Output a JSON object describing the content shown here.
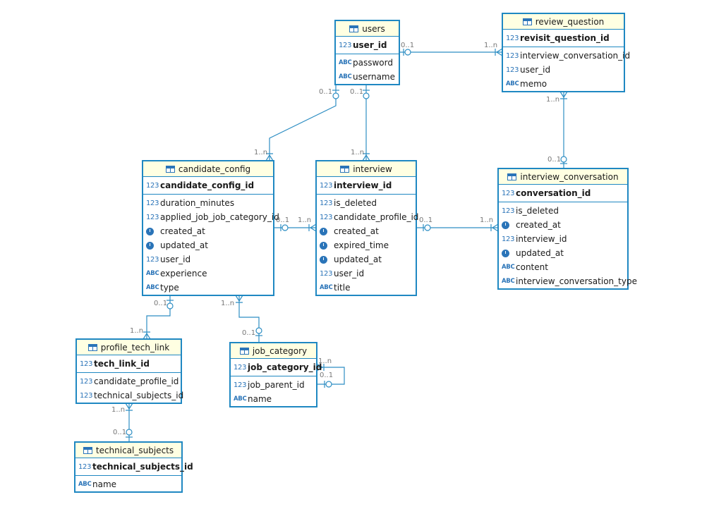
{
  "tables": {
    "users": {
      "name": "users",
      "pk": "user_id",
      "columns": [
        {
          "type": "ABC",
          "label": "password"
        },
        {
          "type": "ABC",
          "label": "username"
        }
      ]
    },
    "review_question": {
      "name": "review_question",
      "pk": "revisit_question_id",
      "columns": [
        {
          "type": "123",
          "label": "interview_conversation_id"
        },
        {
          "type": "123",
          "label": "user_id"
        },
        {
          "type": "ABC",
          "label": "memo"
        }
      ]
    },
    "candidate_config": {
      "name": "candidate_config",
      "pk": "candidate_config_id",
      "columns": [
        {
          "type": "123",
          "label": "duration_minutes"
        },
        {
          "type": "123",
          "label": "applied_job_job_category_id"
        },
        {
          "type": "clock",
          "label": "created_at"
        },
        {
          "type": "clock",
          "label": "updated_at"
        },
        {
          "type": "123",
          "label": "user_id"
        },
        {
          "type": "ABC",
          "label": "experience"
        },
        {
          "type": "ABC",
          "label": "type"
        }
      ]
    },
    "interview": {
      "name": "interview",
      "pk": "interview_id",
      "columns": [
        {
          "type": "123",
          "label": "is_deleted"
        },
        {
          "type": "123",
          "label": "candidate_profile_id"
        },
        {
          "type": "clock",
          "label": "created_at"
        },
        {
          "type": "clock",
          "label": "expired_time"
        },
        {
          "type": "clock",
          "label": "updated_at"
        },
        {
          "type": "123",
          "label": "user_id"
        },
        {
          "type": "ABC",
          "label": "title"
        }
      ]
    },
    "interview_conversation": {
      "name": "interview_conversation",
      "pk": "conversation_id",
      "columns": [
        {
          "type": "123",
          "label": "is_deleted"
        },
        {
          "type": "clock",
          "label": "created_at"
        },
        {
          "type": "123",
          "label": "interview_id"
        },
        {
          "type": "clock",
          "label": "updated_at"
        },
        {
          "type": "ABC",
          "label": "content"
        },
        {
          "type": "ABC",
          "label": "interview_conversation_type"
        }
      ]
    },
    "profile_tech_link": {
      "name": "profile_tech_link",
      "pk": "tech_link_id",
      "columns": [
        {
          "type": "123",
          "label": "candidate_profile_id"
        },
        {
          "type": "123",
          "label": "technical_subjects_id"
        }
      ]
    },
    "job_category": {
      "name": "job_category",
      "pk": "job_category_id",
      "columns": [
        {
          "type": "123",
          "label": "job_parent_id"
        },
        {
          "type": "ABC",
          "label": "name"
        }
      ]
    },
    "technical_subjects": {
      "name": "technical_subjects",
      "pk": "technical_subjects_id",
      "columns": [
        {
          "type": "ABC",
          "label": "name"
        }
      ]
    }
  },
  "relation_labels": {
    "users_review_zero_one": "0..1",
    "users_review_one_n": "1..n",
    "users_cc_zero_one": "0..1",
    "users_cc_one_n": "1..n",
    "users_int_zero_one": "0..1",
    "users_int_one_n": "1..n",
    "rq_ic_one_n": "1..n",
    "rq_ic_zero_one": "0..1",
    "cc_int_zero_one": "0..1",
    "cc_int_one_n": "1..n",
    "int_ic_zero_one": "0..1",
    "int_ic_one_n": "1..n",
    "cc_ptl_zero_one": "0..1",
    "cc_ptl_one_n": "1..n",
    "cc_jc_one_n": "1..n",
    "cc_jc_zero_one": "0..1",
    "jc_self_one_n": "1..n",
    "jc_self_zero_one": "0..1",
    "ptl_ts_one_n": "1..n",
    "ptl_ts_zero_one": "0..1"
  },
  "colors": {
    "border": "#1f88c2",
    "header": "#ffffe2",
    "line": "#2e8ec3",
    "icon": "#2a74b8"
  }
}
